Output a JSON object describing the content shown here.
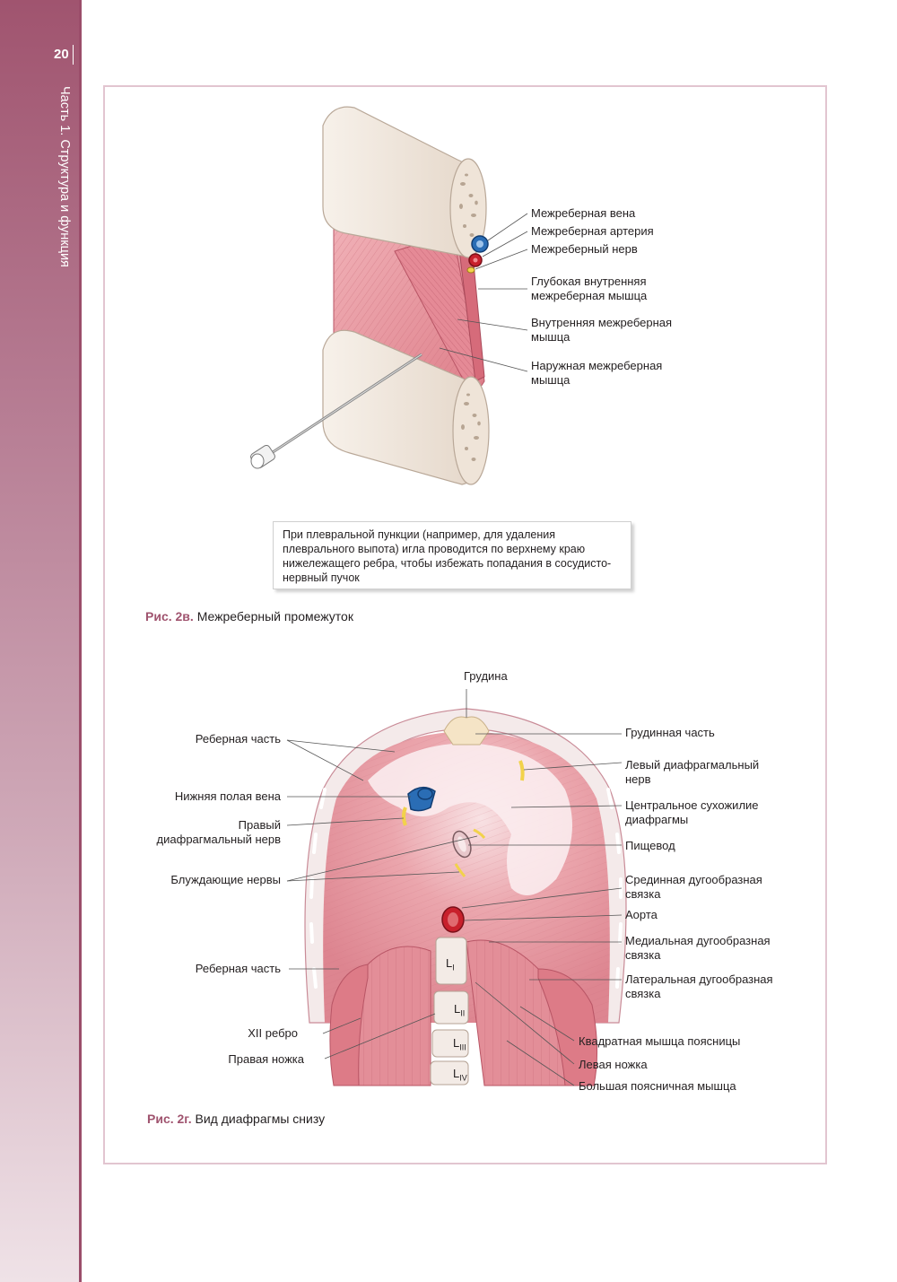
{
  "page": {
    "number": "20",
    "running_head": "Часть 1. Структура и функция"
  },
  "fig_2v": {
    "labels": {
      "vein": "Межреберная вена",
      "artery": "Межреберная артерия",
      "nerve": "Межреберный нерв",
      "deep_internal": "Глубокая внутренняя межреберная мышца",
      "internal": "Внутренняя межреберная мышца",
      "external": "Наружная межреберная мышца"
    },
    "note": "При плевральной пункции (например, для удаления плеврального выпота) игла проводится по верхнему краю нижележащего ребра, чтобы избежать попадания в сосудисто-нервный пучок",
    "caption_num": "Рис. 2в.",
    "caption_text": "Межреберный промежуток"
  },
  "fig_2g": {
    "labels": {
      "sternum": "Грудина",
      "costal_top": "Реберная часть",
      "sternal_part": "Грудинная часть",
      "left_phrenic": "Левый диафрагмальный нерв",
      "ivc": "Нижняя полая вена",
      "central_tendon": "Центральное сухожилие диафрагмы",
      "right_phrenic": "Правый диафрагмальный нерв",
      "esophagus": "Пищевод",
      "vagus": "Блуждающие нервы",
      "median_arcuate": "Срединная дугообразная связка",
      "aorta": "Аорта",
      "medial_arcuate": "Медиальная дугообразная связка",
      "costal_bottom": "Реберная часть",
      "lateral_arcuate": "Латеральная дугообразная связка",
      "rib12": "XII ребро",
      "quadratus": "Квадратная мышца поясницы",
      "right_crus": "Правая ножка",
      "left_crus": "Левая ножка",
      "psoas": "Большая поясничная мышца",
      "l1": "L",
      "l1_sub": "I",
      "l2": "L",
      "l2_sub": "II",
      "l3": "L",
      "l3_sub": "III",
      "l4": "L",
      "l4_sub": "IV"
    },
    "caption_num": "Рис. 2г.",
    "caption_text": "Вид диафрагмы снизу"
  },
  "colors": {
    "sidebar": "#a0546f",
    "muscle": "#e8949c",
    "bone": "#efe6dc",
    "vein": "#2a6db5",
    "artery": "#c8202c",
    "nerve": "#f2d24b"
  }
}
